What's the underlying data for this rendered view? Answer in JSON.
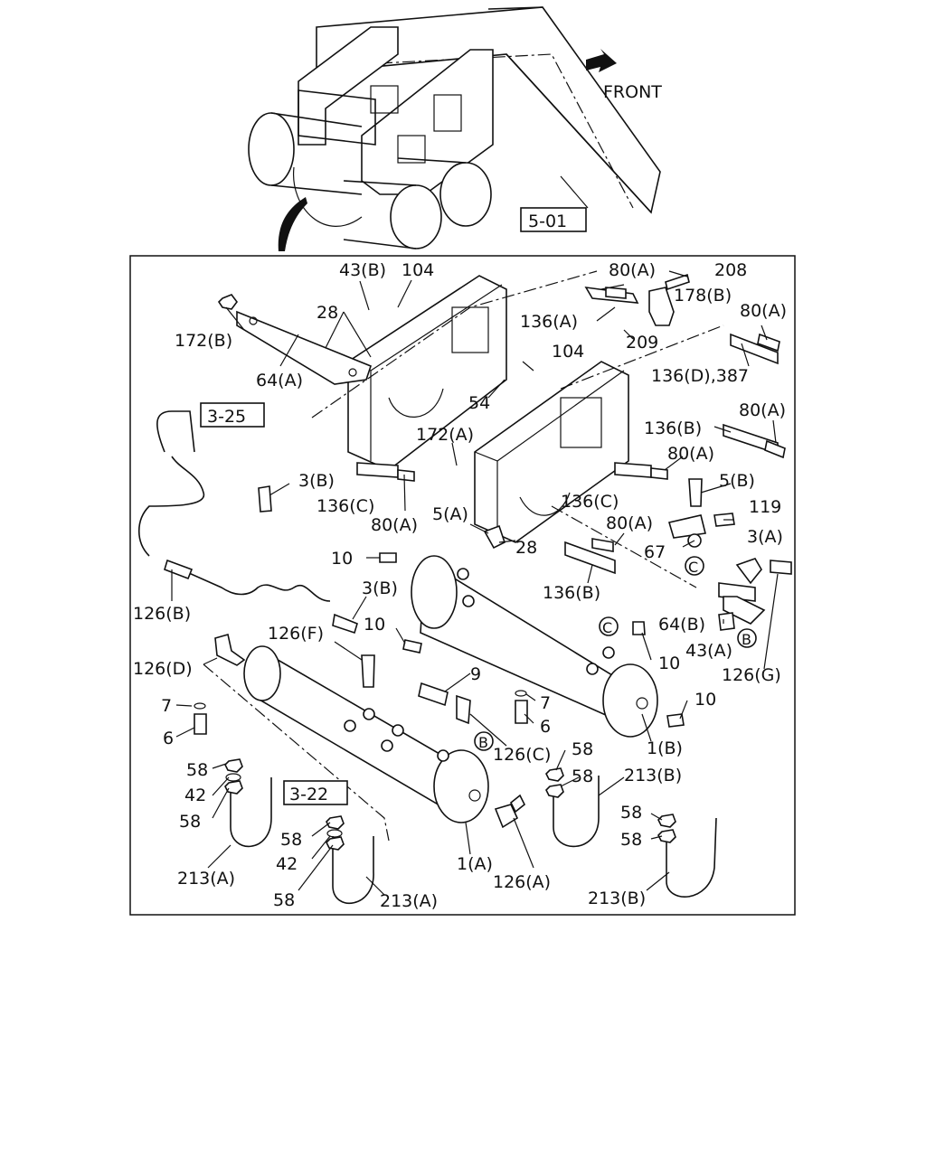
{
  "overview": {
    "front_label": "FRONT",
    "ref_label": "5-01"
  },
  "detail": {
    "refs": {
      "r325": "3-25",
      "r322": "3-22"
    },
    "callouts": [
      {
        "id": "43b",
        "text": "43(B)"
      },
      {
        "id": "104a",
        "text": "104"
      },
      {
        "id": "80a_top",
        "text": "80(A)"
      },
      {
        "id": "208",
        "text": "208"
      },
      {
        "id": "178b",
        "text": "178(B)"
      },
      {
        "id": "28a",
        "text": "28"
      },
      {
        "id": "136a",
        "text": "136(A)"
      },
      {
        "id": "80a_r1",
        "text": "80(A)"
      },
      {
        "id": "172b",
        "text": "172(B)"
      },
      {
        "id": "209",
        "text": "209"
      },
      {
        "id": "104b",
        "text": "104"
      },
      {
        "id": "136d387",
        "text": "136(D),387"
      },
      {
        "id": "64a",
        "text": "64(A)"
      },
      {
        "id": "54",
        "text": "54"
      },
      {
        "id": "80a_r2",
        "text": "80(A)"
      },
      {
        "id": "136b_r",
        "text": "136(B)"
      },
      {
        "id": "172a",
        "text": "172(A)"
      },
      {
        "id": "80a_m",
        "text": "80(A)"
      },
      {
        "id": "3b_top",
        "text": "3(B)"
      },
      {
        "id": "5b",
        "text": "5(B)"
      },
      {
        "id": "136c_l",
        "text": "136(C)"
      },
      {
        "id": "136c_r",
        "text": "136(C)"
      },
      {
        "id": "119",
        "text": "119"
      },
      {
        "id": "80a_l",
        "text": "80(A)"
      },
      {
        "id": "5a",
        "text": "5(A)"
      },
      {
        "id": "80a_b",
        "text": "80(A)"
      },
      {
        "id": "3a",
        "text": "3(A)"
      },
      {
        "id": "28b",
        "text": "28"
      },
      {
        "id": "67",
        "text": "67"
      },
      {
        "id": "10a",
        "text": "10"
      },
      {
        "id": "136b_b",
        "text": "136(B)"
      },
      {
        "id": "126b",
        "text": "126(B)"
      },
      {
        "id": "3b_mid",
        "text": "3(B)"
      },
      {
        "id": "64b",
        "text": "64(B)"
      },
      {
        "id": "126f",
        "text": "126(F)"
      },
      {
        "id": "10b",
        "text": "10"
      },
      {
        "id": "43a",
        "text": "43(A)"
      },
      {
        "id": "126d",
        "text": "126(D)"
      },
      {
        "id": "10c",
        "text": "10"
      },
      {
        "id": "126g",
        "text": "126(G)"
      },
      {
        "id": "9",
        "text": "9"
      },
      {
        "id": "7a",
        "text": "7"
      },
      {
        "id": "7b",
        "text": "7"
      },
      {
        "id": "10d",
        "text": "10"
      },
      {
        "id": "6a",
        "text": "6"
      },
      {
        "id": "6b",
        "text": "6"
      },
      {
        "id": "126c",
        "text": "126(C)"
      },
      {
        "id": "1b",
        "text": "1(B)"
      },
      {
        "id": "58a",
        "text": "58"
      },
      {
        "id": "58b",
        "text": "58"
      },
      {
        "id": "213b_t",
        "text": "213(B)"
      },
      {
        "id": "58c",
        "text": "58"
      },
      {
        "id": "42a",
        "text": "42"
      },
      {
        "id": "58d",
        "text": "58"
      },
      {
        "id": "58e",
        "text": "58"
      },
      {
        "id": "58f",
        "text": "58"
      },
      {
        "id": "58g",
        "text": "58"
      },
      {
        "id": "42b",
        "text": "42"
      },
      {
        "id": "213a_l",
        "text": "213(A)"
      },
      {
        "id": "1a",
        "text": "1(A)"
      },
      {
        "id": "126a",
        "text": "126(A)"
      },
      {
        "id": "58h",
        "text": "58"
      },
      {
        "id": "213a_r",
        "text": "213(A)"
      },
      {
        "id": "213b_b",
        "text": "213(B)"
      }
    ],
    "circle_refs": [
      {
        "id": "c_top",
        "text": "C"
      },
      {
        "id": "b_right",
        "text": "B"
      },
      {
        "id": "c_mid",
        "text": "C"
      },
      {
        "id": "b_mid",
        "text": "B"
      }
    ]
  }
}
